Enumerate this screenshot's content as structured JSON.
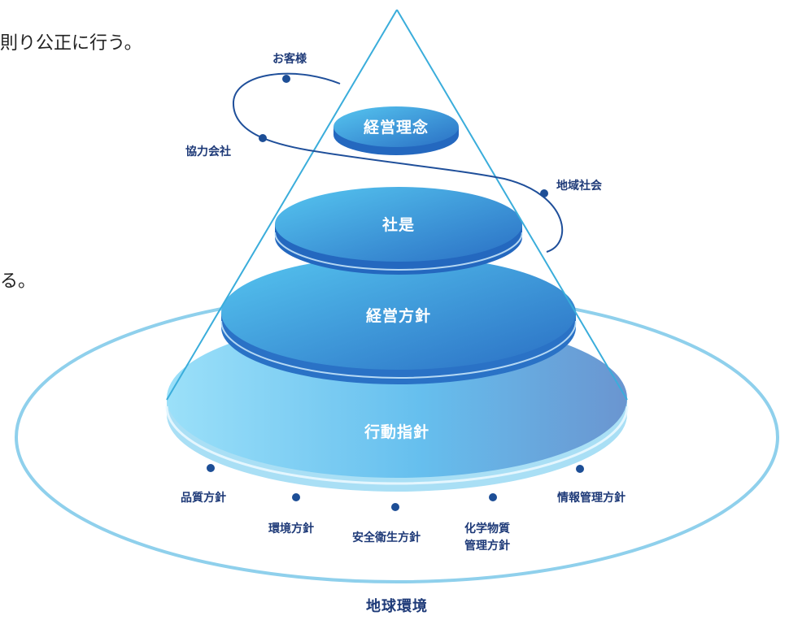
{
  "side_text": [
    "則り公正に行う。",
    "る。"
  ],
  "levels": [
    "経営理念",
    "社是",
    "経営方針",
    "行動指針"
  ],
  "stakeholders": [
    "お客様",
    "協力会社",
    "地域社会"
  ],
  "policies": {
    "quality": "品質方針",
    "environment": "環境方針",
    "safety": "安全衛生方針",
    "chemical_line1": "化学物質",
    "chemical_line2": "管理方針",
    "information": "情報管理方針"
  },
  "base_label": "地球環境",
  "colors": {
    "outer_ring": "#8fd0ec",
    "cone_line": "#3aaddb",
    "orbit_line": "#1f4f9a",
    "dot": "#1d4e96",
    "label": "#1e3a78",
    "disk_top_left": "#4cbfec",
    "disk_top_right": "#2a6fc4",
    "disk_bottom_left": "#8ad8f6",
    "disk_bottom_right": "#6b9dd4"
  }
}
